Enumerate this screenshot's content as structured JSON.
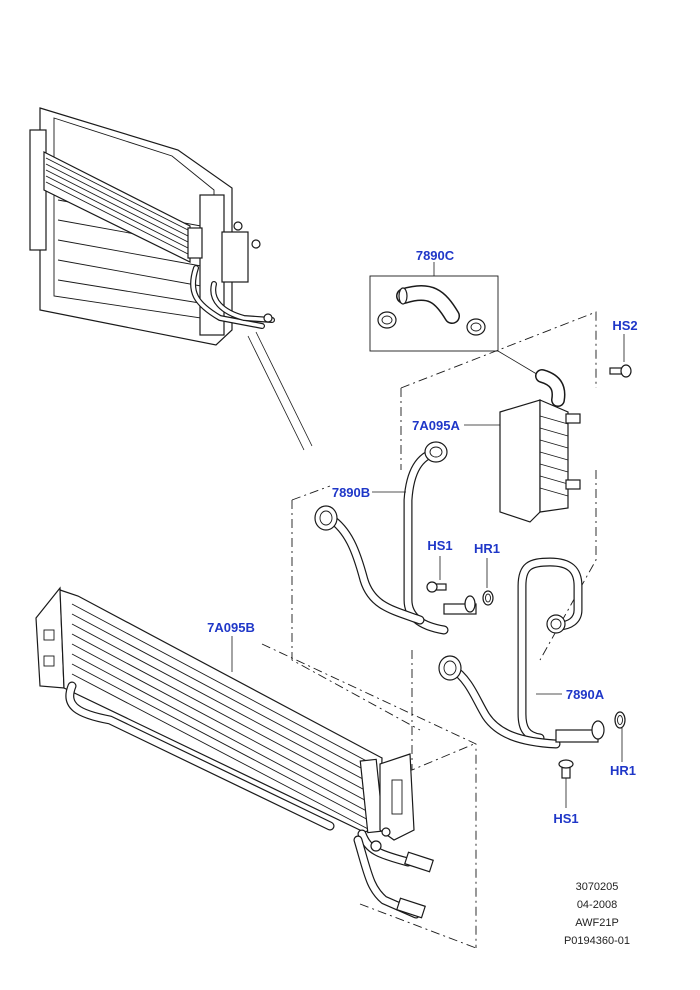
{
  "callouts": {
    "hose_7890C": "7890C",
    "screw_HS2": "HS2",
    "cooler_7A095A": "7A095A",
    "tube_7890B": "7890B",
    "screw_HS1_upper": "HS1",
    "ring_HR1_upper": "HR1",
    "cooler_7A095B": "7A095B",
    "tube_7890A": "7890A",
    "ring_HR1_lower": "HR1",
    "screw_HS1_lower": "HS1"
  },
  "reference": {
    "line1": "3070205",
    "line2": "04-2008",
    "line3": "AWF21P",
    "line4": "P0194360-01"
  },
  "colors": {
    "callout": "#1f37c8",
    "line": "#1a1a1a",
    "background": "#ffffff"
  }
}
